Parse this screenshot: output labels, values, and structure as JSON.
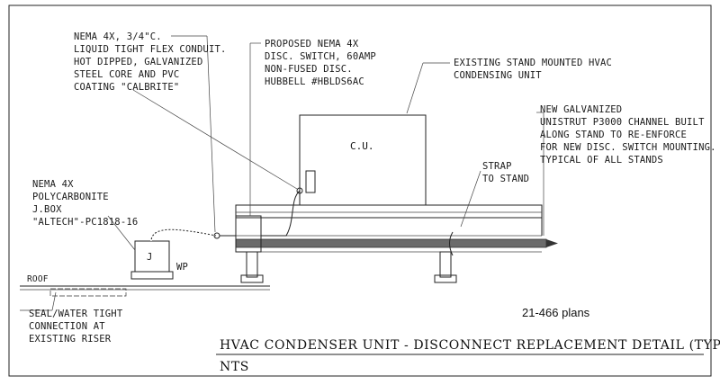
{
  "labels": {
    "conduit": [
      "NEMA 4X, 3/4\"C.",
      "LIQUID TIGHT FLEX CONDUIT.",
      "HOT DIPPED, GALVANIZED",
      "STEEL CORE AND PVC",
      "COATING \"CALBRITE\""
    ],
    "switch": [
      "PROPOSED NEMA 4X",
      "DISC. SWITCH, 60AMP",
      "NON-FUSED DISC.",
      "HUBBELL #HBLDS6AC"
    ],
    "existing": [
      "EXISTING STAND MOUNTED HVAC",
      "CONDENSING UNIT"
    ],
    "unistrut": [
      "NEW GALVANIZED",
      "UNISTRUT P3000 CHANNEL BUILT",
      "ALONG STAND TO RE-ENFORCE",
      "FOR NEW DISC. SWITCH MOUNTING.",
      "TYPICAL OF ALL STANDS"
    ],
    "jbox": [
      "NEMA 4X",
      "POLYCARBONITE",
      "J.BOX",
      "\"ALTECH\"-PC1818-16"
    ],
    "strap": [
      "STRAP",
      "TO STAND"
    ],
    "seal": [
      "SEAL/WATER TIGHT",
      "CONNECTION AT",
      "EXISTING RISER"
    ],
    "roof": "ROOF",
    "wp": "WP",
    "j": "J",
    "cu": "C.U."
  },
  "plans_note": "21-466 plans",
  "title": "HVAC CONDENSER UNIT - DISCONNECT REPLACEMENT DETAIL (TYP)",
  "scale": "NTS"
}
